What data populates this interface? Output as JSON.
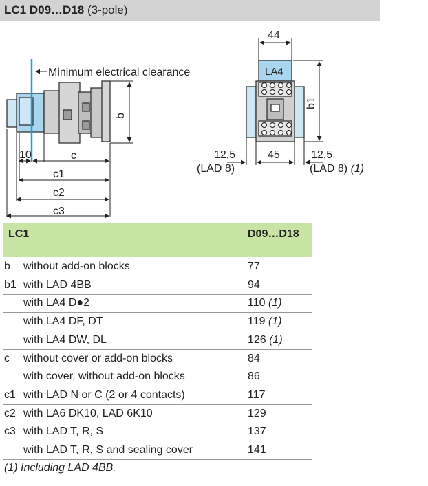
{
  "header": {
    "title_bold": "LC1 D09…D18",
    "title_rest": " (3-pole)"
  },
  "drawing": {
    "clearance_label": "Minimum electrical clearance",
    "dim_10": "10",
    "dim_c": "c",
    "dim_c1": "c1",
    "dim_c2": "c2",
    "dim_c3": "c3",
    "dim_b": "b",
    "dim_b1": "b1",
    "dim_44": "44",
    "dim_45": "45",
    "dim_left": "12,5",
    "dim_left_sub": "(LAD 8)",
    "dim_right": "12,5",
    "dim_right_sub": "(LAD 8)",
    "dim_right_note": "(1)",
    "la4_label": "LA4"
  },
  "table": {
    "header": {
      "col1": "LC1",
      "col2": "D09…D18"
    },
    "rows": [
      {
        "code": "b",
        "desc": "without add-on blocks",
        "val": "77",
        "note": ""
      },
      {
        "code": "b1",
        "desc": "with LAD 4BB",
        "val": "94",
        "note": ""
      },
      {
        "code": "",
        "desc": "with LA4 D●2",
        "val": "110",
        "note": "(1)"
      },
      {
        "code": "",
        "desc": "with LA4 DF, DT",
        "val": "119",
        "note": "(1)"
      },
      {
        "code": "",
        "desc": "with LA4 DW, DL",
        "val": "126",
        "note": "(1)"
      },
      {
        "code": "c",
        "desc": "without cover or add-on blocks",
        "val": "84",
        "note": ""
      },
      {
        "code": "",
        "desc": "with cover, without add-on blocks",
        "val": "86",
        "note": ""
      },
      {
        "code": "c1",
        "desc": "with LAD N or C (2 or 4 contacts)",
        "val": "117",
        "note": ""
      },
      {
        "code": "c2",
        "desc": "with LA6 DK10, LAD 6K10",
        "val": "129",
        "note": ""
      },
      {
        "code": "c3",
        "desc": "with LAD T, R, S",
        "val": "137",
        "note": ""
      },
      {
        "code": "",
        "desc": "with LAD T, R, S and sealing cover",
        "val": "141",
        "note": ""
      }
    ],
    "footnote": "(1) Including LAD 4BB."
  },
  "colors": {
    "header_band": "#d3d3d3",
    "table_header": "#c7e4a5",
    "clearance_line": "#1e9fd8",
    "la4_fill": "#a9d5ef"
  }
}
